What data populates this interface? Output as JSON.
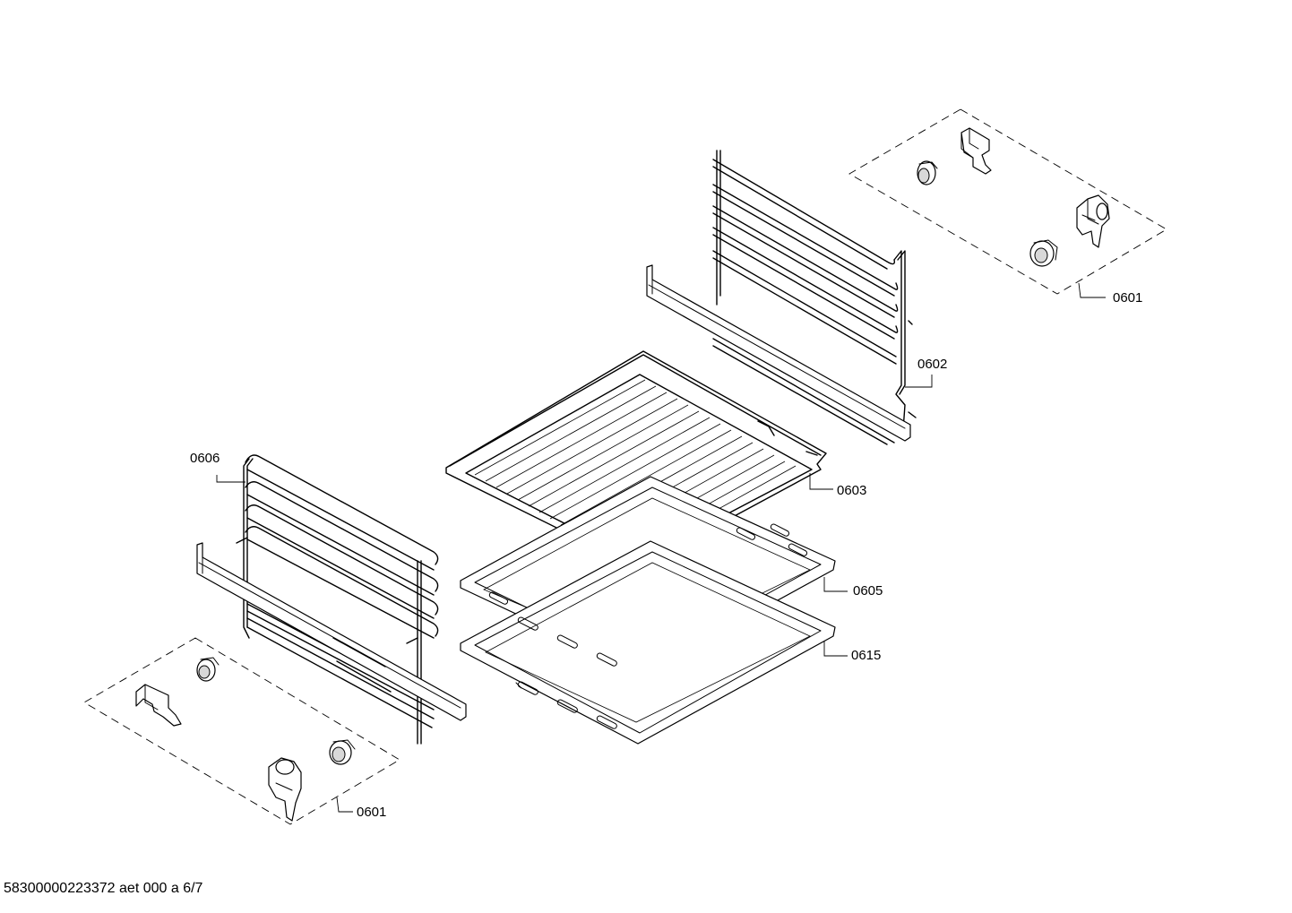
{
  "callouts": {
    "p0601_top": "0601",
    "p0602": "0602",
    "p0603": "0603",
    "p0605": "0605",
    "p0615": "0615",
    "p0606": "0606",
    "p0601_bottom": "0601"
  },
  "footer": {
    "code": "58300000223372 aet 000 a 6/7"
  }
}
